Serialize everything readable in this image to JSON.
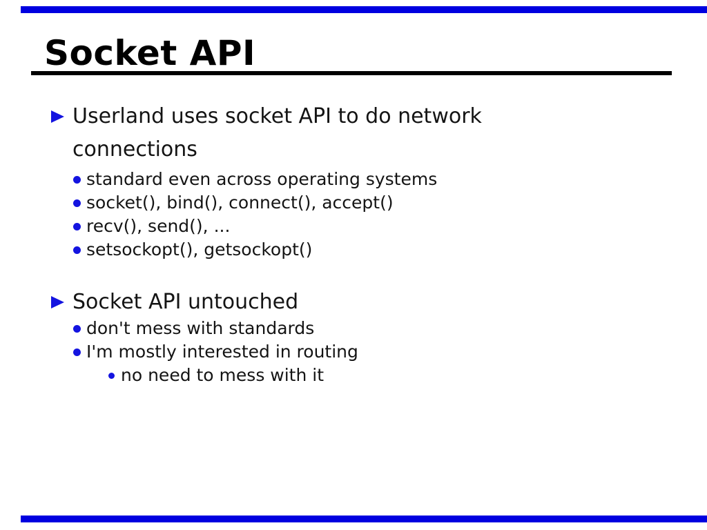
{
  "slide": {
    "title": "Socket API",
    "bullets": [
      {
        "marker": "triangle",
        "label_lines": [
          "Userland uses socket API to do network",
          "connections"
        ],
        "children": [
          {
            "level": 2,
            "text": "standard even across operating systems"
          },
          {
            "level": 2,
            "text": "socket(), bind(), connect(), accept()"
          },
          {
            "level": 2,
            "text": "recv(), send(), ..."
          },
          {
            "level": 2,
            "text": "setsockopt(), getsockopt()"
          }
        ]
      },
      {
        "marker": "triangle",
        "label_lines": [
          "Socket API untouched"
        ],
        "children": [
          {
            "level": 2,
            "text": "don't mess with standards"
          },
          {
            "level": 2,
            "text": "I'm mostly interested in routing"
          },
          {
            "level": 3,
            "text": "no need to mess with it"
          }
        ]
      }
    ]
  },
  "colors": {
    "accent-blue": "#1414e0",
    "bar-blue": "#0000e0",
    "text": "#141414",
    "rule": "#000000"
  }
}
